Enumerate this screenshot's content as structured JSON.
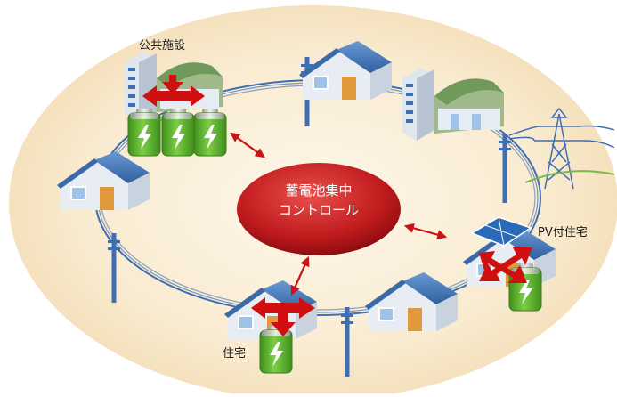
{
  "controller": {
    "line1": "蓄電池集中",
    "line2": "コントロール"
  },
  "labels": {
    "public_facility": "公共施設",
    "pv_house": "PV付住宅",
    "house": "住宅"
  },
  "colors": {
    "background_ellipse": "#f8e8c8",
    "controller_red": "#c0181c",
    "arrow_red": "#d01010",
    "battery_green": "#5bb030",
    "pole_blue": "#3e6fb3",
    "roof_blue": "#4f81bd"
  },
  "icons": [
    "house-icon",
    "building-icon",
    "battery-icon",
    "utility-pole-icon",
    "transmission-tower-icon",
    "solar-panel-icon"
  ]
}
